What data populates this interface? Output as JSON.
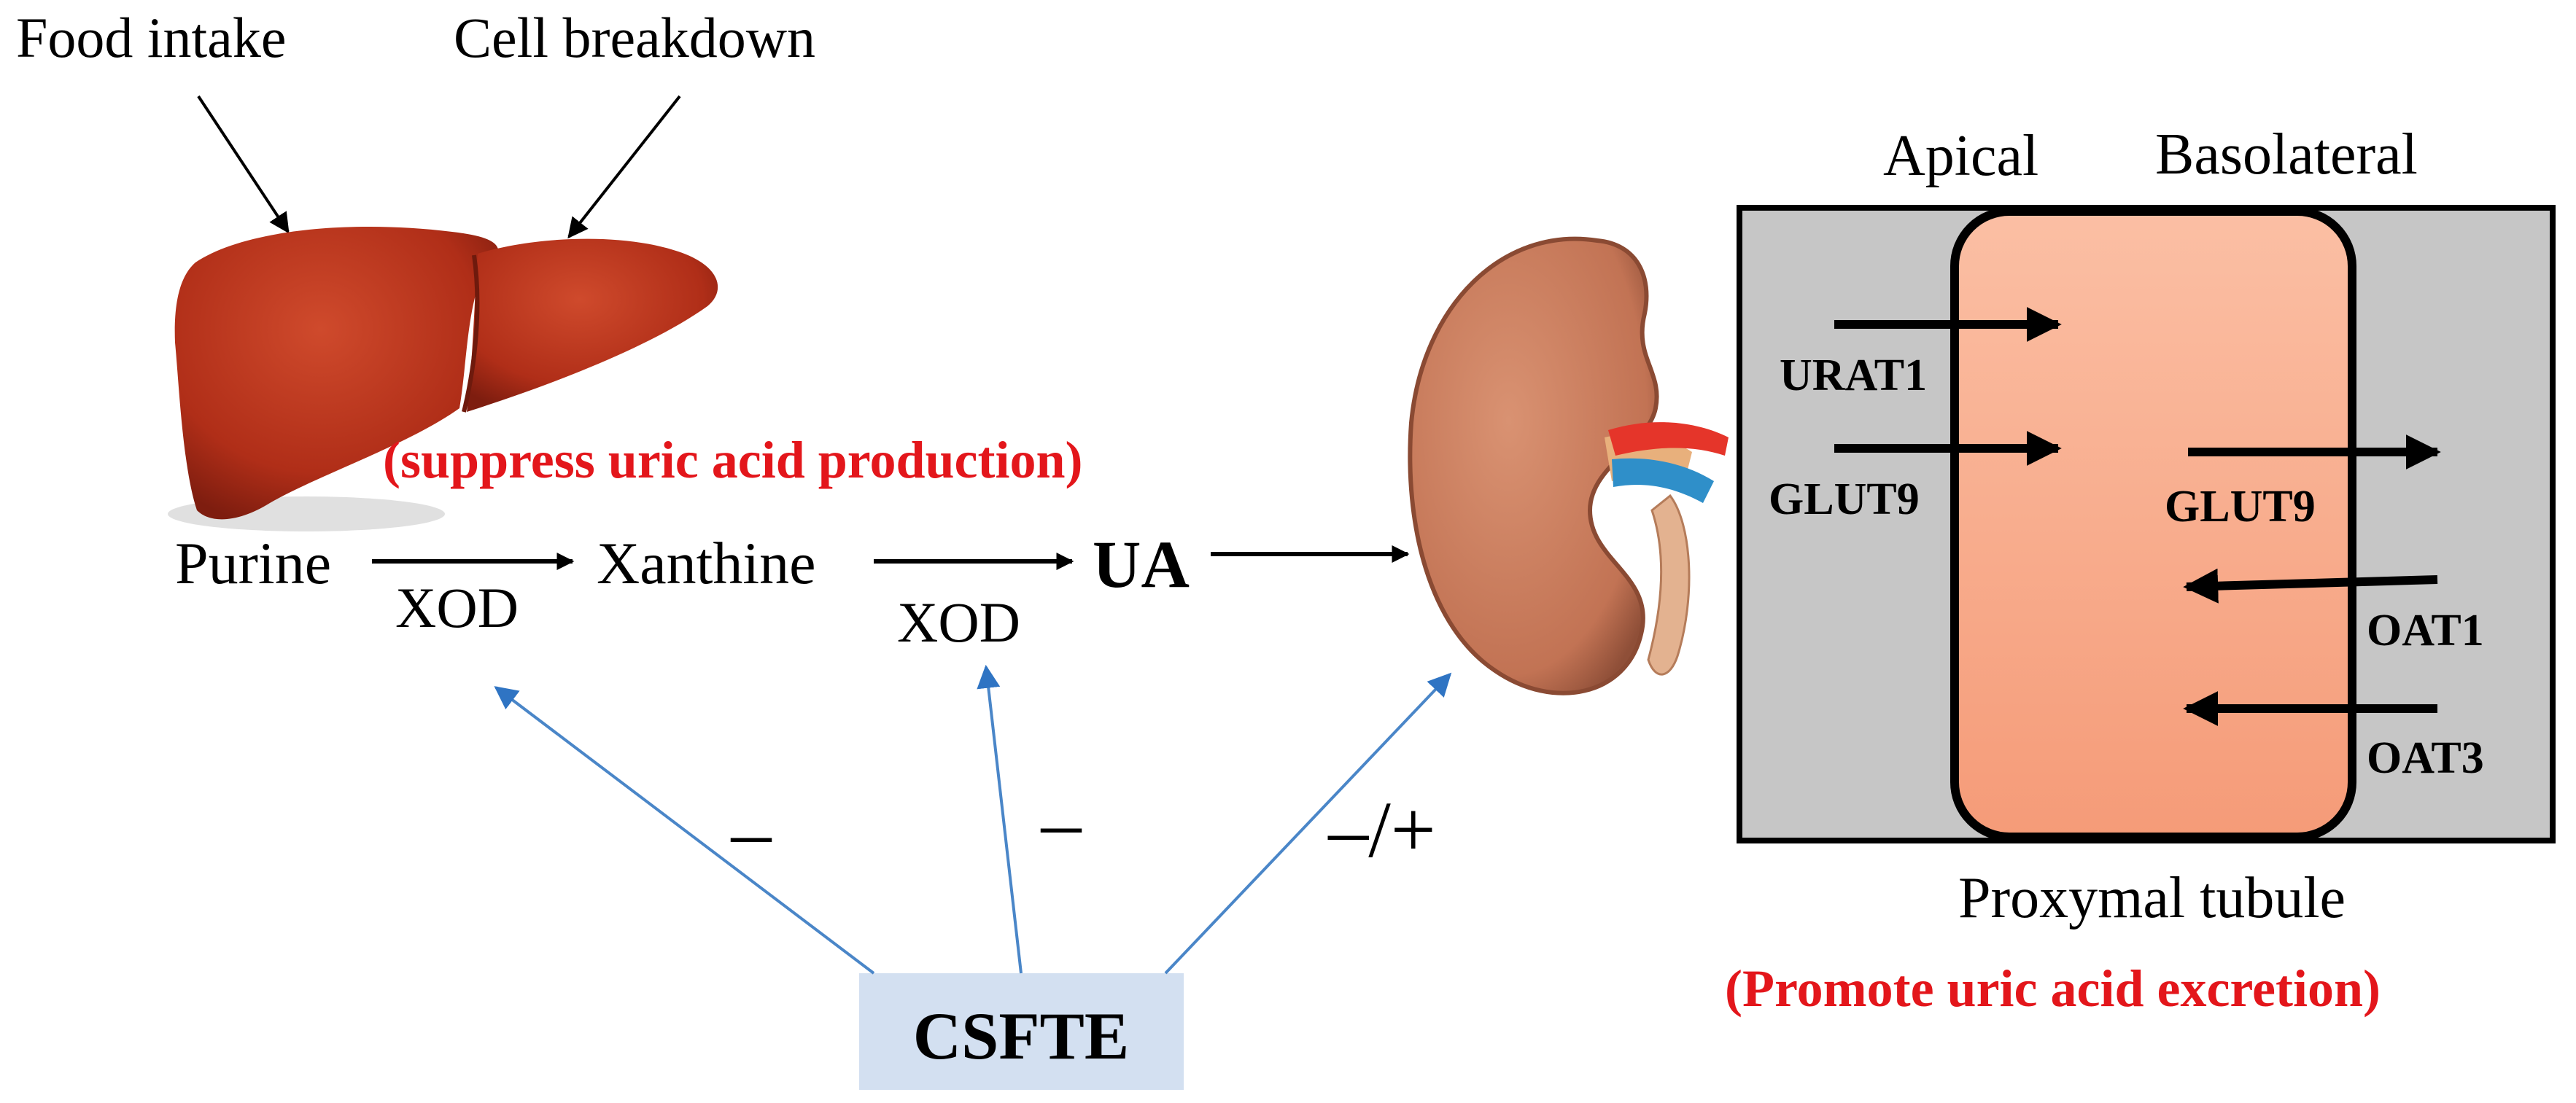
{
  "sources": {
    "food_intake": "Food intake",
    "cell_breakdown": "Cell breakdown"
  },
  "liver": {
    "note": "(suppress uric acid production)"
  },
  "pathway": {
    "purine": "Purine",
    "xod_1": "XOD",
    "xanthine": "Xanthine",
    "xod_2": "XOD",
    "ua": "UA"
  },
  "effects": {
    "sign_1": "–",
    "sign_2": "–",
    "sign_3": "–/+"
  },
  "treatment": {
    "label": "CSFTE"
  },
  "tubule": {
    "apical": "Apical",
    "basolateral": "Basolateral",
    "urat1": "URAT1",
    "glut9_apical": "GLUT9",
    "glut9_basolateral": "GLUT9",
    "oat1": "OAT1",
    "oat3": "OAT3",
    "caption": "Proxymal tubule",
    "note": "(Promote uric acid excretion)"
  },
  "colors": {
    "red_text": "#e3161b",
    "blue_arrow": "#4a86c8",
    "csfte_box": "#d3e0f1",
    "tubule_bg": "#c6c6c6",
    "cell_fill": "#f8ad8e",
    "liver": "#b6301d",
    "kidney": "#c67a5c"
  }
}
